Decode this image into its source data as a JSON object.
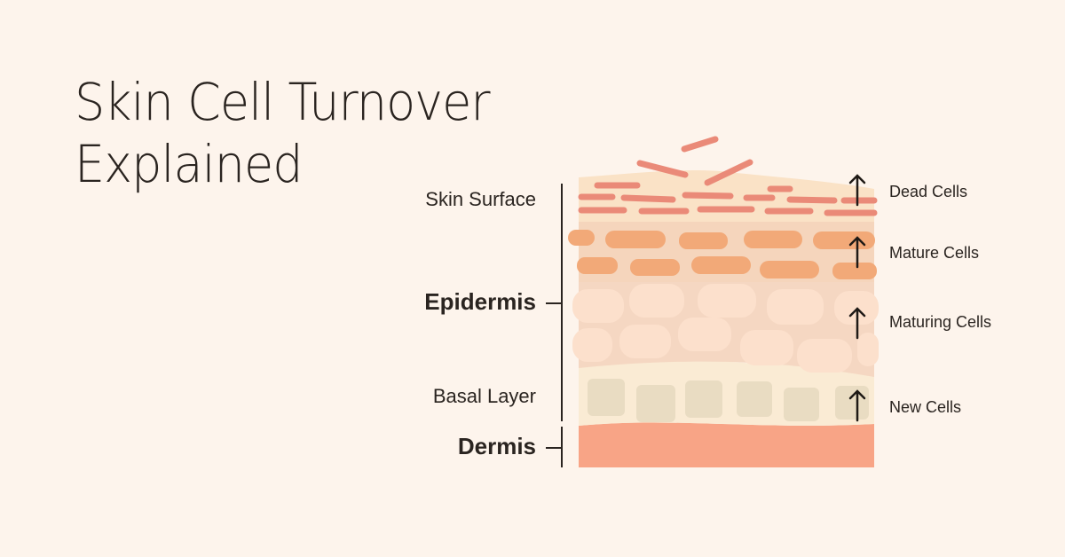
{
  "title": {
    "line1": "Skin Cell Turnover",
    "line2": "Explained"
  },
  "left_labels": {
    "skin_surface": "Skin Surface",
    "epidermis": "Epidermis",
    "basal_layer": "Basal Layer",
    "dermis": "Dermis"
  },
  "right_labels": {
    "dead": "Dead Cells",
    "mature": "Mature Cells",
    "maturing": "Maturing Cells",
    "new": "New Cells"
  },
  "colors": {
    "background": "#fdf4ec",
    "dead_cells": "#ea8a78",
    "mature_cells": "#f2a978",
    "maturing_cells": "#fbddc8",
    "new_cells": "#e9dcc2",
    "dermis": "#f8a486",
    "text": "#2a2420"
  }
}
